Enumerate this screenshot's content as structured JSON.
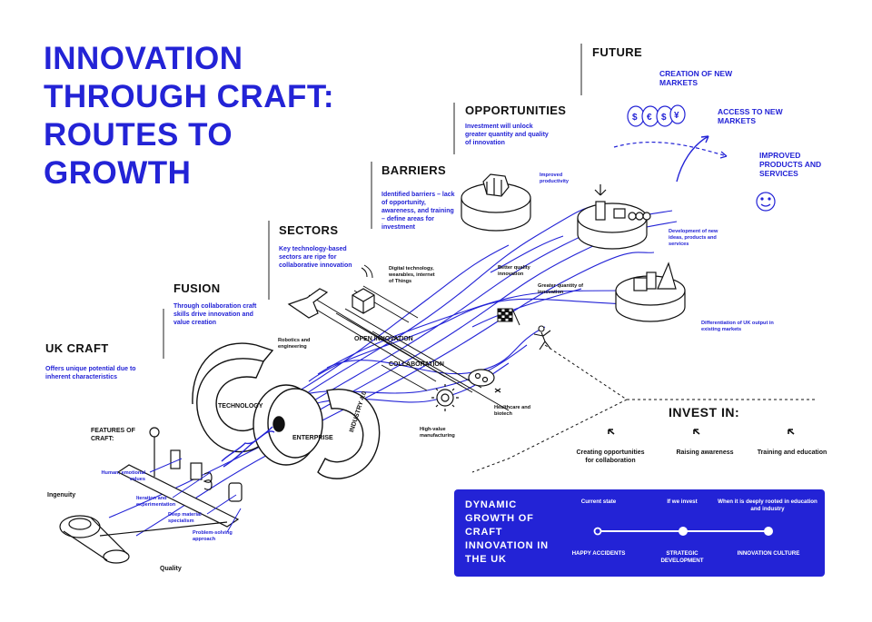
{
  "title": {
    "line1": "INNOVATION",
    "line2": "THROUGH CRAFT:",
    "line3": "ROUTES TO",
    "line4": "GROWTH"
  },
  "sections": {
    "uk_craft": {
      "heading": "UK CRAFT",
      "desc": "Offers unique potential due to inherent characteristics"
    },
    "fusion": {
      "heading": "FUSION",
      "desc": "Through collaboration craft skills drive innovation and value creation"
    },
    "sectors": {
      "heading": "SECTORS",
      "desc": "Key technology-based sectors are ripe for collaborative innovation"
    },
    "barriers": {
      "heading": "BARRIERS",
      "desc": "Identified barriers – lack of opportunity, awareness, and training – define areas for investment"
    },
    "opportunities": {
      "heading": "OPPORTUNITIES",
      "desc": "Investment will unlock greater quantity and quality of innovation"
    },
    "future": {
      "heading": "FUTURE"
    }
  },
  "future_items": {
    "creation": "CREATION OF NEW MARKETS",
    "access": "ACCESS TO NEW MARKETS",
    "improved": "IMPROVED PRODUCTS AND SERVICES"
  },
  "features": {
    "heading": "FEATURES OF CRAFT:",
    "ingenuity": "Ingenuity",
    "quality": "Quality",
    "human": "Human, emotional values",
    "iteration": "Iteration and experimentation",
    "deep": "Deep material specialism",
    "problem": "Problem-solving approach"
  },
  "diagram_labels": {
    "technology": "TECHNOLOGY",
    "enterprise": "ENTERPRISE",
    "industry": "INDUSTRY 4.0",
    "open_innovation": "OPEN INNOVATION",
    "collaboration": "COLLABORATION",
    "robotics": "Robotics and engineering",
    "digital": "Digital technology, wearables, internet of Things",
    "high_value": "High-value manufacturing",
    "healthcare": "Healthcare and biotech",
    "better_quality": "Better quality innovation",
    "greater_quantity": "Greater quantity of innovation",
    "improved_productivity": "Improved productivity",
    "development": "Development of new ideas, products and services",
    "differentiation": "Differentiation of UK output in existing markets"
  },
  "invest": {
    "heading": "INVEST IN:",
    "items": [
      "Creating opportunities for collaboration",
      "Raising awareness",
      "Training and education"
    ]
  },
  "panel": {
    "title_lines": [
      "DYNAMIC",
      "GROWTH OF",
      "CRAFT",
      "INNOVATION IN",
      "THE UK"
    ],
    "states": [
      "Current state",
      "If we invest",
      "When it is deeply rooted in education and industry"
    ],
    "stages": [
      "HAPPY ACCIDENTS",
      "STRATEGIC DEVELOPMENT",
      "INNOVATION CULTURE"
    ]
  },
  "colors": {
    "accent": "#2323d6",
    "ink": "#111111",
    "background": "#ffffff"
  }
}
